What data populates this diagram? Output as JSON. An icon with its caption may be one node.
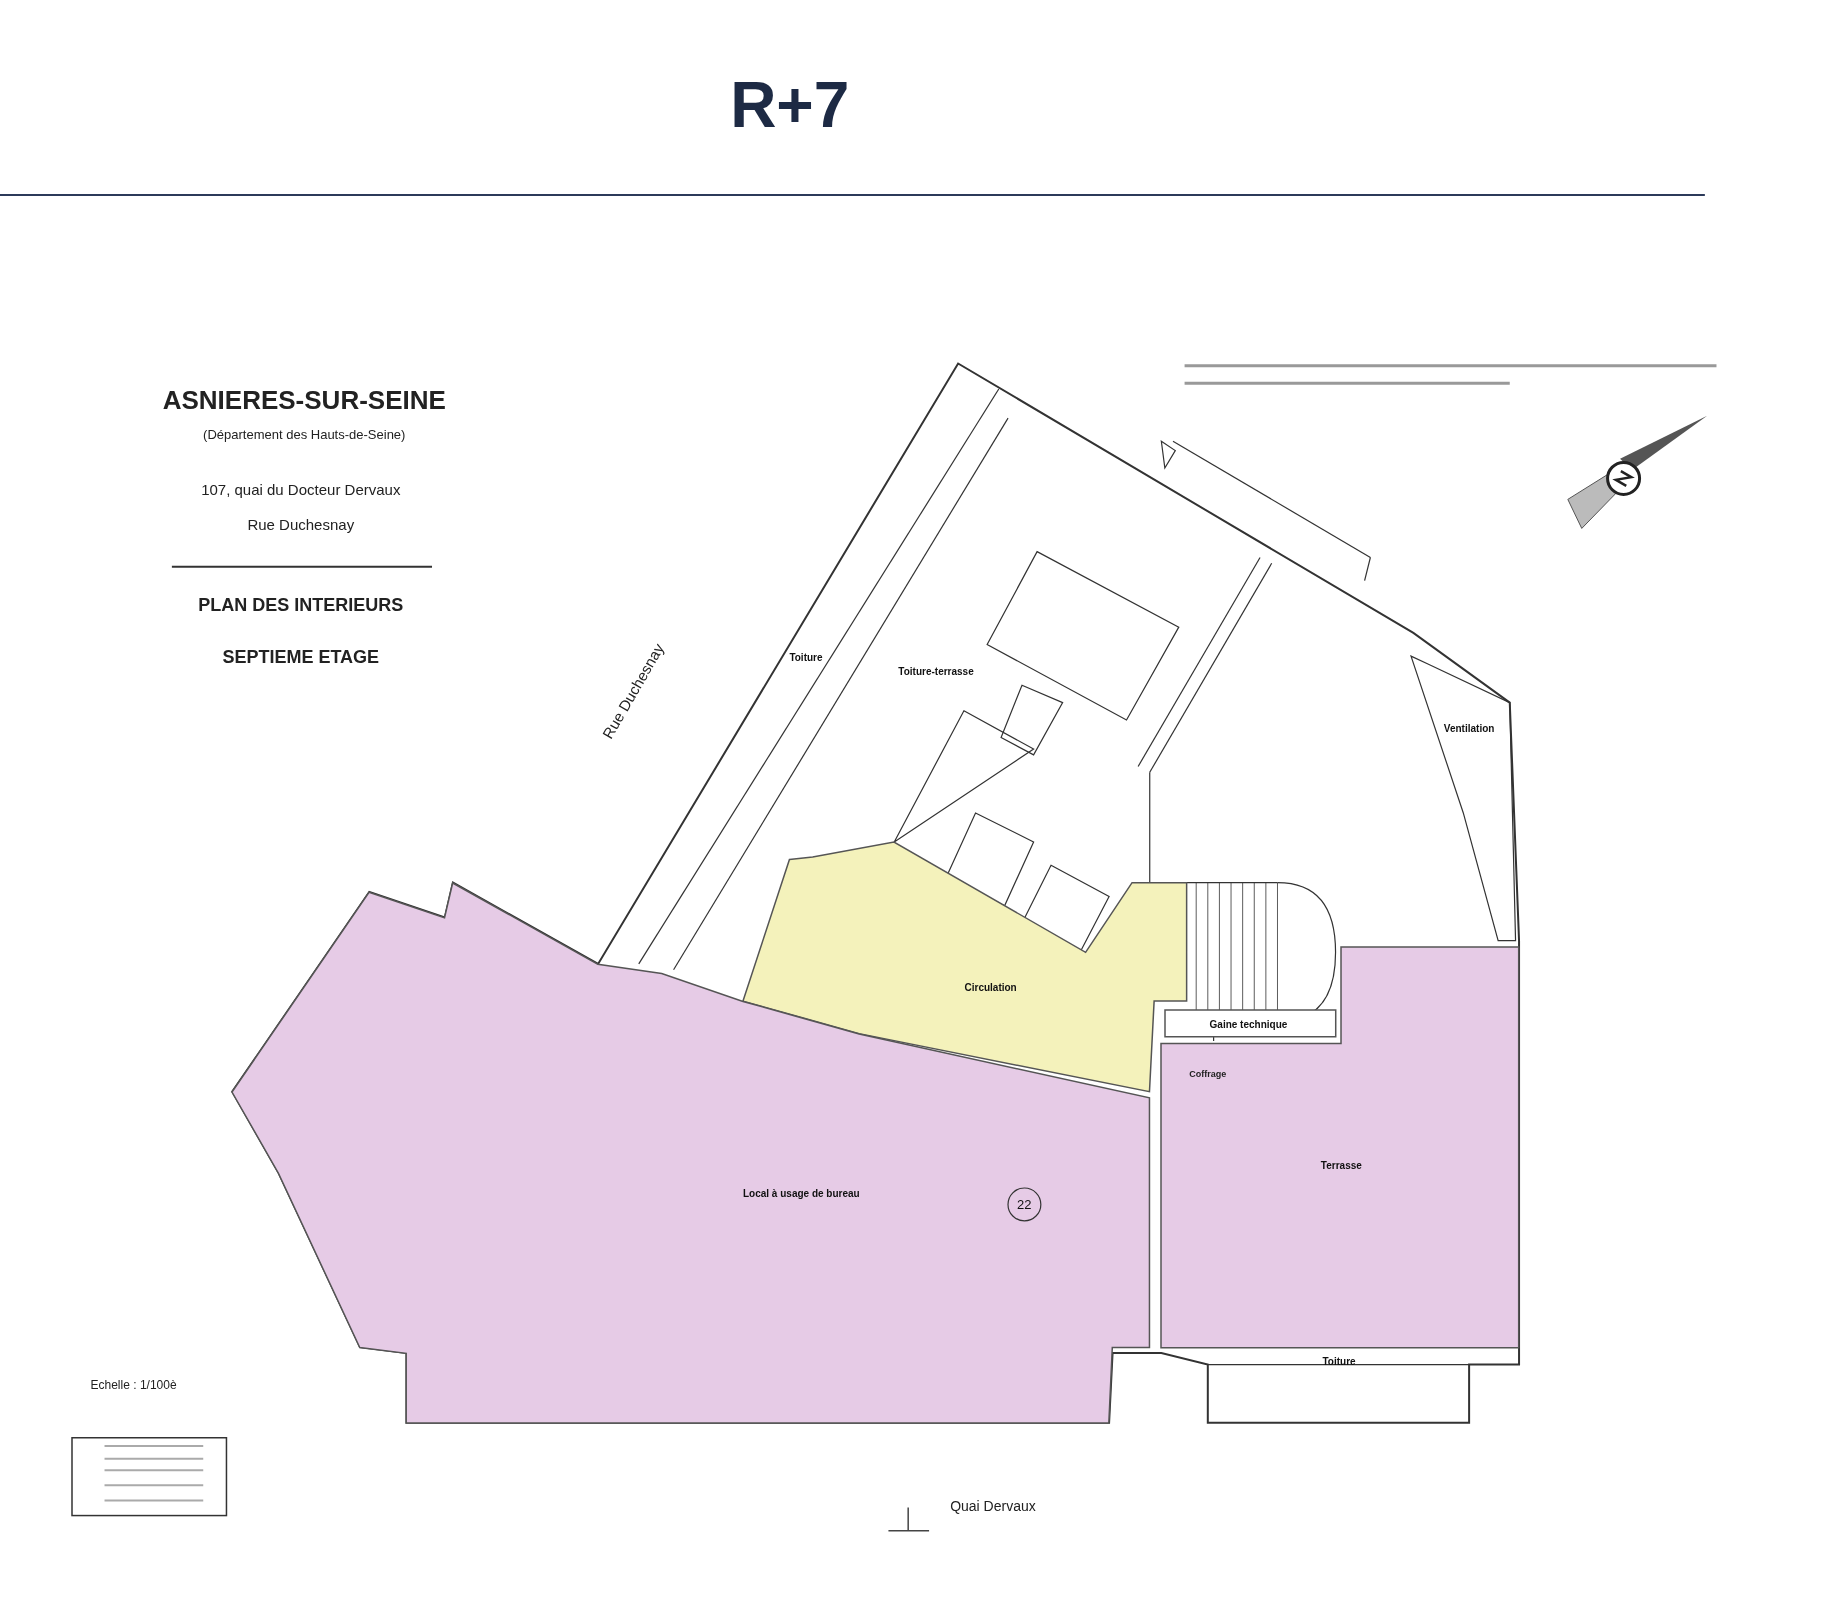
{
  "diagram": {
    "title": "R+7",
    "nodes": [
      {
        "text": [
          "Toiture"
        ]
      },
      {
        "text": [
          "Toiture-terrasse"
        ]
      },
      {
        "text": [
          "Ventilation"
        ]
      },
      {
        "text": [
          "Circulation"
        ]
      },
      {
        "text": [
          "Gaine technique"
        ]
      },
      {
        "text": [
          "Terrasse"
        ]
      },
      {
        "text": [
          "Toiture"
        ]
      },
      {
        "text": [
          "Local à usage de bureau"
        ]
      },
      {
        "text": [
          "22"
        ],
        "in": 7
      }
    ],
    "labels": [
      "ASNIERES-SUR-SEINE",
      "(Département des Hauts-de-Seine)",
      "107, quai du Docteur Dervaux",
      "Rue Duchesnay",
      "PLAN DES INTERIEURS",
      "SEPTIEME ETAGE",
      "Rue Duchesnay",
      "Coffrage",
      "Echelle : 1/100è",
      "Quai Dervaux"
    ]
  }
}
